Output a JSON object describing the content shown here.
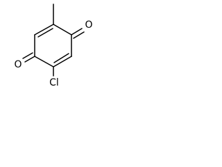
{
  "molecule": {
    "atoms": {
      "oxygen_top": {
        "symbol": "O"
      },
      "oxygen_bottom": {
        "symbol": "O"
      },
      "chlorine": {
        "symbol": "Cl"
      }
    }
  }
}
